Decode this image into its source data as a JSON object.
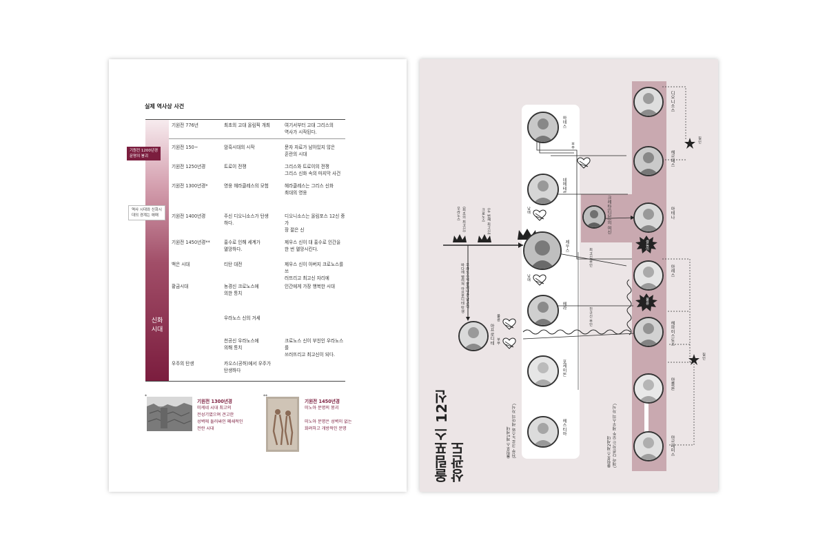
{
  "left_page": {
    "title": "실제 역사상 사건",
    "rows": [
      {
        "c1": "기원전 776년",
        "c2": "최초의 고대 올림픽 개최",
        "c3": "여기서부터 고대 그리스의\n역사가 시작된다."
      },
      {
        "c1": "기원전 150~",
        "c2": "암흑시대의 시작",
        "c3": "문자 자료가 남아있지 않은\n혼란의 시대"
      },
      {
        "c1": "기원전 1250년경",
        "c2": "트로이 전쟁",
        "c3": "그리스와 트로이의 전쟁\n그리스 신화 속의 마지막 사건"
      },
      {
        "c1": "기원전 1300년경*",
        "c2": "영웅 헤라클레스의 모험",
        "c3": "헤라클레스는 그리스 신화\n최대의 영웅"
      },
      {
        "c1": "기원전 1400년경",
        "c2": "주신 디오니소스가 탄생\n하다.",
        "c3": "디오니소스는 올림포스 12신 중 가\n장 젊은 신"
      },
      {
        "c1": "기원전 1450년경**",
        "c2": "홍수로 인해 세계가\n멸망하다.",
        "c3": "제우스 신이 대 홍수로 인간을\n한 번 멸망시킨다."
      },
      {
        "c1": "백은 시대",
        "c2": "티탄 대전",
        "c3": "제우스 신이 아버지 크로노스를 쓰\n러뜨리고 최고신 자리에"
      },
      {
        "c1": "황금시대",
        "c2": "농경신 크로노스에\n의한 통치",
        "c3": "인간에게 가장 행복한 시대"
      },
      {
        "c1": "",
        "c2": "우라노스 신의 거세",
        "c3": ""
      },
      {
        "c1": "",
        "c2": "천공신 우라노스에\n의해 통치",
        "c3": "크로노스 신이 부친인 우라노스를\n쓰러뜨리고 최고신이 되다."
      },
      {
        "c1": "우주의 탄생",
        "c2": "카오스(공허)에서 우주가\n탄생하다",
        "c3": ""
      }
    ],
    "band_label": "신화\n시대",
    "flag_1": "기원전 1200년경\n문명의 붕괴",
    "flag_2": "역사 시대와 신화시\n대의 경계는 애매",
    "notes": [
      {
        "mark": "*",
        "title": "기원전 1300년경",
        "text": "미케네 시대 최고의\n전성기였으며 견고한\n성벽에 둘러싸인 폐쇄적인\n전란 시대"
      },
      {
        "mark": "**",
        "title": "기원전 1450년경",
        "text": "미노아 문명의 붕괴\n\n미노아 문명은 성벽이 없는\n화려하고 개방적인 문명"
      }
    ]
  },
  "right_page": {
    "title": "올림포스 12신\n상관도",
    "ancestors": [
      {
        "name": "우라노스",
        "note": "(최초의 최고신)"
      },
      {
        "name": "크로노스",
        "note": "(두 번째 최고신)"
      }
    ],
    "ancestor_note": "우라노스의 잘려나간 남근이\n바다에 떨어져 아프로디테 탄생",
    "gods_first_gen": [
      "하데스",
      "데메테르",
      "제우스",
      "헤라",
      "포세이돈",
      "헤스티아"
    ],
    "gods_second_gen": [
      "디오니소스",
      "헤르메스",
      "아테나",
      "아레스",
      "헤파이스토스",
      "아폴론",
      "아르테미스"
    ],
    "others": [
      "아프로디테",
      "크레타(티탄)의 여신"
    ],
    "relations": {
      "spouse": "부부",
      "sibling": "남매",
      "twins": "쌍둥이",
      "lover": "불륜",
      "unfaithful": "최고신 부인",
      "affair": "친구신 부인"
    },
    "gen1_label": "올림포스 제1세대\n(전부 크로노스와 레아의 자식)",
    "gen2_label": "올림포스 제2세대\n(헤라 다른자는 모두 제우스의 자식)",
    "star_label": "질인"
  },
  "colors": {
    "accent": "#7b1d3e",
    "gen2_band": "#c9a9b0",
    "page_pink": "#ece5e6"
  }
}
